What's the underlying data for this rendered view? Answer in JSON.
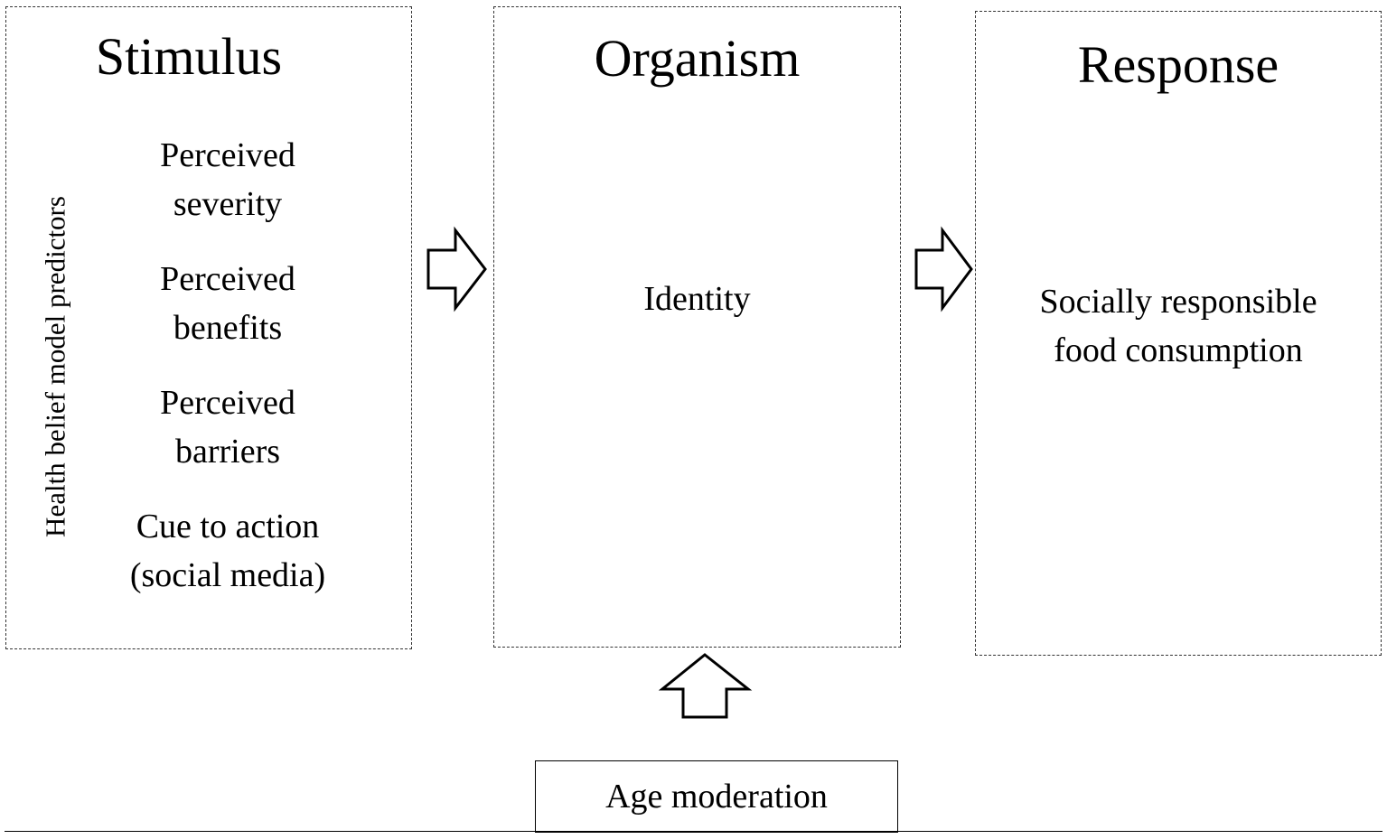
{
  "stimulus": {
    "title": "Stimulus",
    "vertical_label": "Health belief model predictors",
    "predictors": [
      [
        "Perceived",
        "severity"
      ],
      [
        "Perceived",
        "benefits"
      ],
      [
        "Perceived",
        "barriers"
      ],
      [
        "Cue to action",
        "(social media)"
      ]
    ]
  },
  "organism": {
    "title": "Organism",
    "label": "Identity"
  },
  "response": {
    "title": "Response",
    "label_lines": [
      "Socially responsible",
      "food consumption"
    ]
  },
  "moderator": {
    "label": "Age moderation"
  },
  "colors": {
    "stroke": "#000000",
    "dashed_border": "#333333",
    "background": "#ffffff"
  }
}
